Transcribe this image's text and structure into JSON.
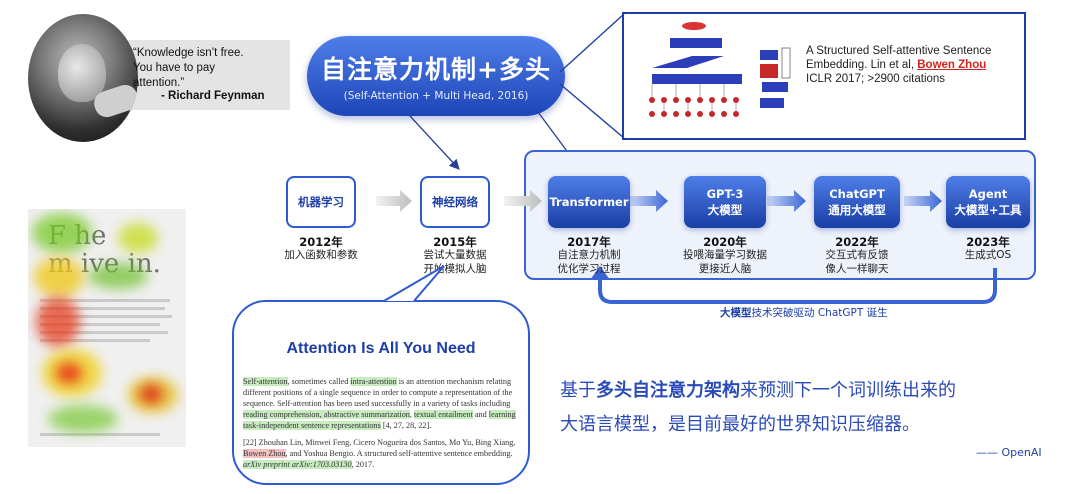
{
  "quote": {
    "line1": "“Knowledge isn’t free.",
    "line2": "You have to pay",
    "line3": "attention.”",
    "author": "- Richard Feynman"
  },
  "title": {
    "main": "自注意力机制+多头",
    "sub": "(Self-Attention + Multi Head, 2016)"
  },
  "paper": {
    "line1": "A Structured Self-attentive Sentence",
    "line2_prefix": "Embedding. Lin et al, ",
    "line2_name": "Bowen Zhou",
    "line3": "ICLR 2017;  >2900 citations"
  },
  "timeline": [
    {
      "box": "机器学习",
      "year": "2012年",
      "desc1": "加入函数和参数",
      "desc2": ""
    },
    {
      "box": "神经网络",
      "year": "2015年",
      "desc1": "尝试大量数据",
      "desc2": "开始模拟人脑"
    },
    {
      "box": "Transformer",
      "year": "2017年",
      "desc1": "自注意力机制",
      "desc2": "优化学习过程"
    },
    {
      "box1": "GPT-3",
      "box2": "大模型",
      "year": "2020年",
      "desc1": "投喂海量学习数据",
      "desc2": "更接近人脑"
    },
    {
      "box1": "ChatGPT",
      "box2": "通用大模型",
      "year": "2022年",
      "desc1": "交互式有反馈",
      "desc2": "像人一样聊天"
    },
    {
      "box1": "Agent",
      "box2": "大模型+工具",
      "year": "2023年",
      "desc1": "生成式OS",
      "desc2": ""
    }
  ],
  "feedback": {
    "bold": "大模型",
    "rest": "技术突破驱动 ChatGPT 诞生"
  },
  "heatmap": {
    "text1": "F        he",
    "text2": "m      ive   in."
  },
  "bubble": {
    "title": "Attention Is All You Need",
    "hl1": "Self-attention",
    "t1": ", sometimes called ",
    "hl2": "intra-attention",
    "t2": " is an attention mechanism relating different positions of a single sequence in order to compute a representation of the sequence. Self-attention has been used successfully in a variety of tasks including ",
    "hl3": "reading comprehension, abstractive summarization",
    "t3": ", ",
    "hl4": "textual entailment",
    "t4": " and ",
    "hl5": "learning task-independent sentence representations",
    "t5": " [4, 27, 28, 22].",
    "ref_a": "[22] Zhouhan Lin, Minwei Feng, Cicero Nogueira dos Santos, Mo Yu, Bing Xiang, ",
    "ref_name": "Bowen Zhou",
    "ref_b": ", and Yoshua Bengio. A structured self-attentive sentence embedding. ",
    "ref_venue": "arXiv preprint arXiv:1703.03130",
    "ref_c": ", 2017."
  },
  "conclusion": {
    "p1": "基于",
    "bold": "多头自注意力架构",
    "p2": "来预测下一个词训练出来的",
    "line2": "大语言模型，是目前最好的世界知识压缩器。"
  },
  "source": "—— OpenAI",
  "colors": {
    "primary": "#1e3fa8",
    "accent": "#4f7ee8",
    "highlight_red": "#d0241f"
  }
}
